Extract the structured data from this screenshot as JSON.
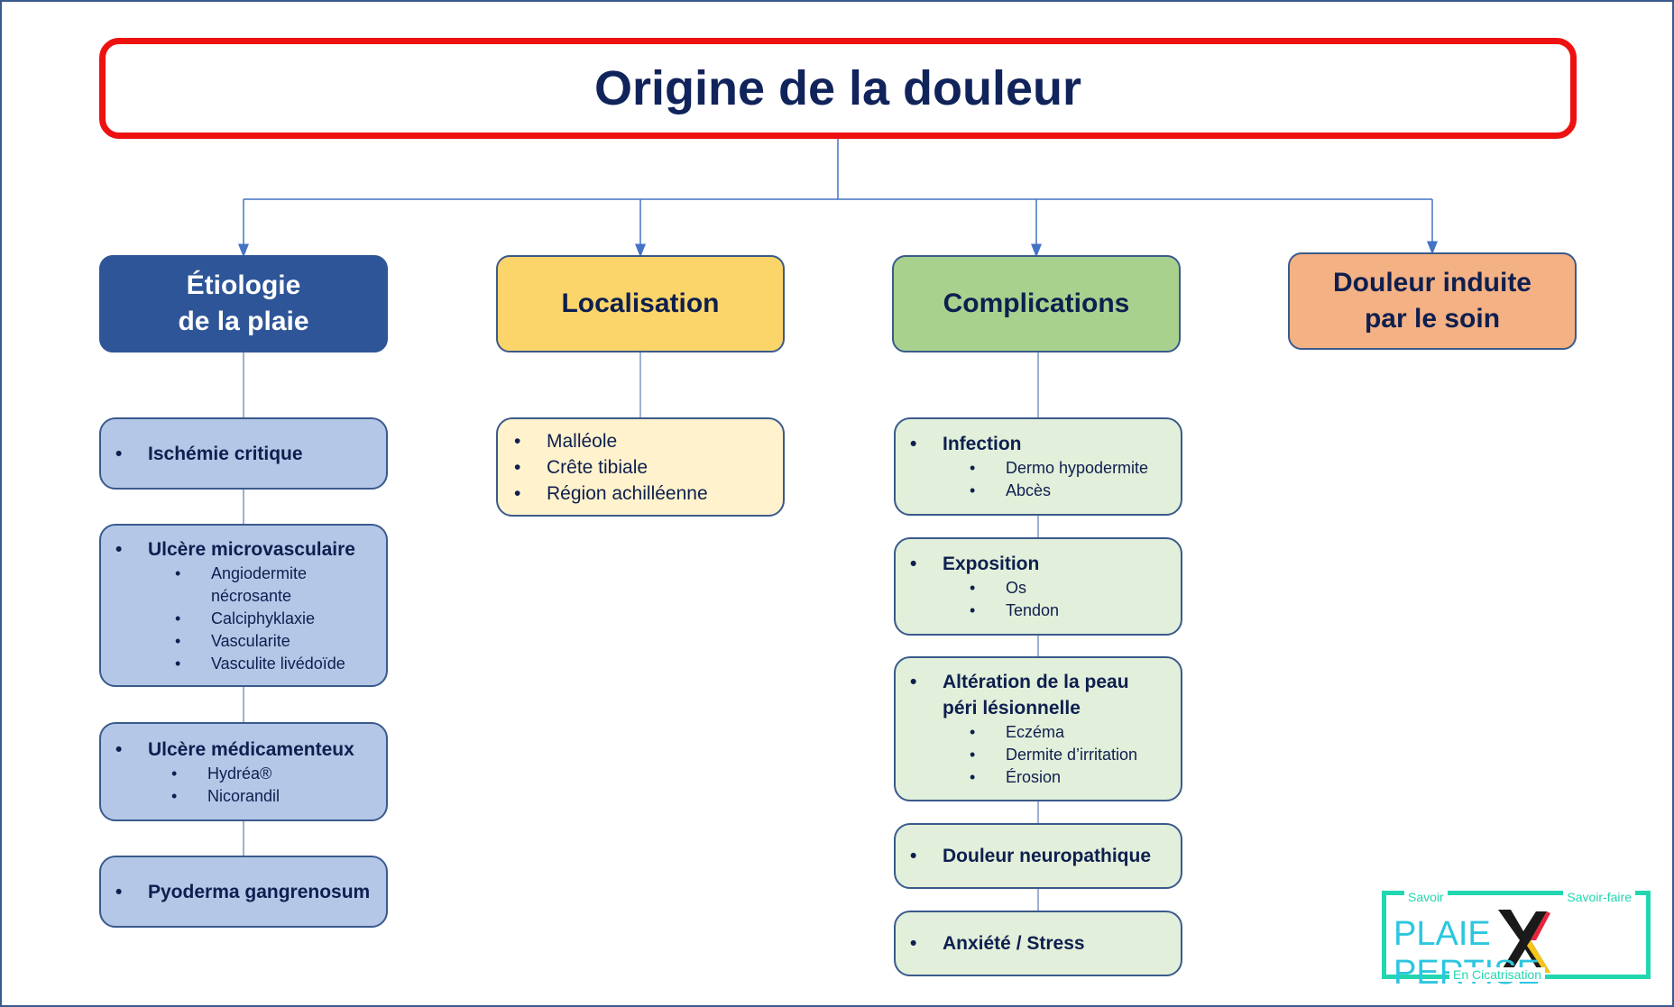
{
  "title": "Origine de la douleur",
  "categories": {
    "etiologie": "Étiologie\nde la plaie",
    "localisation": "Localisation",
    "complications": "Complications",
    "douleur": "Douleur induite\npar le soin"
  },
  "etiologie_items": [
    {
      "label": "Ischémie critique",
      "subs": []
    },
    {
      "label": "Ulcère microvasculaire",
      "subs": [
        "Angiodermite\nnécrosante",
        "Calciphyklaxie",
        "Vascularite",
        "Vasculite livédoïde"
      ]
    },
    {
      "label": "Ulcère médicamenteux",
      "subs": [
        "Hydréa®",
        "Nicorandil"
      ]
    },
    {
      "label": "Pyoderma gangrenosum",
      "subs": []
    }
  ],
  "localisation_items": [
    "Malléole",
    "Crête tibiale",
    "Région achilléenne"
  ],
  "complications_items": [
    {
      "label": "Infection",
      "subs": [
        "Dermo hypodermite",
        "Abcès"
      ]
    },
    {
      "label": "Exposition",
      "subs": [
        "Os",
        "Tendon"
      ]
    },
    {
      "label": "Altération de la peau\npéri lésionnelle",
      "subs": [
        "Eczéma",
        "Dermite d’irritation",
        "Érosion"
      ]
    },
    {
      "label": "Douleur neuropathique",
      "subs": []
    },
    {
      "label": "Anxiété / Stress",
      "subs": []
    }
  ],
  "bullet": "•",
  "logo": {
    "top_left": "Savoir",
    "top_right": "Savoir-faire",
    "main_left": "PLAIE",
    "main_right": "PERTISE",
    "bottom": "En Cicatrisation"
  },
  "colors": {
    "title_border": "#ee1111",
    "etiologie": "#2e5597",
    "localisation": "#fcd56a",
    "complications": "#a9d18e",
    "douleur": "#f4b183",
    "connector": "#4472c4"
  }
}
